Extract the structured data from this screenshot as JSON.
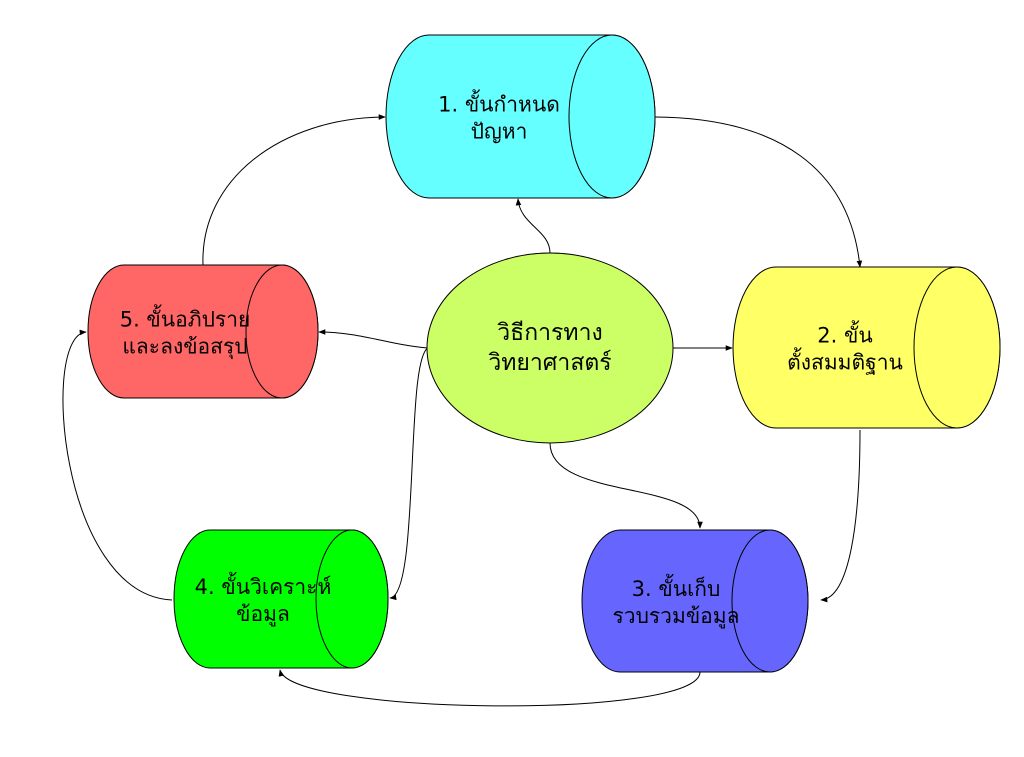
{
  "center": {
    "line1": "วิธีการทาง",
    "line2": "วิทยาศาสตร์",
    "color": "#ccff66"
  },
  "steps": [
    {
      "line1": "1. ขั้นกำหนด",
      "line2": "ปัญหา",
      "color": "#66ffff"
    },
    {
      "line1": "2. ขั้น",
      "line2": "ตั้งสมมติฐาน",
      "color": "#ffff66"
    },
    {
      "line1": "3. ขั้นเก็บ",
      "line2": "รวบรวมข้อมูล",
      "color": "#6666ff"
    },
    {
      "line1": "4. ขั้นวิเคราะห์",
      "line2": "ข้อมูล",
      "color": "#00ff00"
    },
    {
      "line1": "5. ขั้นอภิปราย",
      "line2": "และลงข้อสรุป",
      "color": "#ff6666"
    }
  ]
}
